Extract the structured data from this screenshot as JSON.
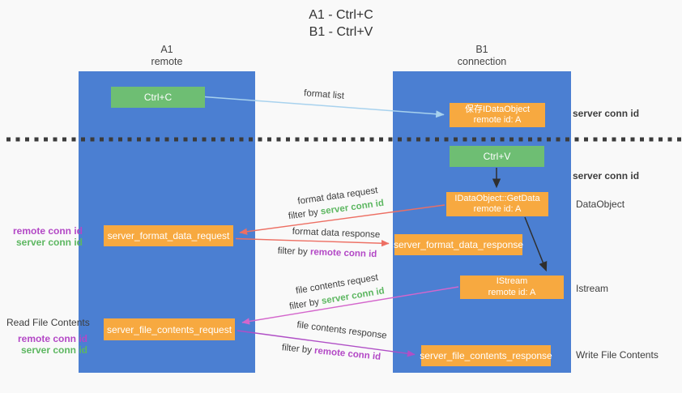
{
  "title": {
    "line1": "A1 - Ctrl+C",
    "line2": "B1 - Ctrl+V"
  },
  "lifelines": {
    "left": {
      "name": "A1",
      "role": "remote"
    },
    "right": {
      "name": "B1",
      "role": "connection"
    }
  },
  "nodes": {
    "ctrl_c": {
      "label": "Ctrl+C"
    },
    "ctrl_v": {
      "label": "Ctrl+V"
    },
    "save_dataobject": {
      "line1": "保存IDataObject",
      "line2": "remote id: A"
    },
    "getdata": {
      "line1": "IDataObject::GetData",
      "line2": "remote id: A"
    },
    "istream": {
      "line1": "IStream",
      "line2": "remote id: A"
    },
    "server_format_data_request": {
      "label": "server_format_data_request"
    },
    "server_format_data_response": {
      "label": "server_format_data_response"
    },
    "server_file_contents_request": {
      "label": "server_file_contents_request"
    },
    "server_file_contents_response": {
      "label": "server_file_contents_response"
    }
  },
  "arrow_labels": {
    "format_list": "format list",
    "format_data_request": "format data request",
    "format_data_response": "format data response",
    "file_contents_request": "file contents request",
    "file_contents_response": "file contents response",
    "filter_by": "filter by ",
    "server_conn_id": "server conn id",
    "remote_conn_id": "remote conn id"
  },
  "side_labels": {
    "server_conn_id_top": "server conn id",
    "server_conn_id_mid": "server conn id",
    "dataobject": "DataObject",
    "istream": "Istream",
    "read_file_contents": "Read File Contents",
    "write_file_contents": "Write File Contents",
    "pair1": {
      "remote": "remote conn id",
      "server": "server conn id"
    },
    "pair2": {
      "remote": "remote conn id",
      "server": "server conn id"
    }
  },
  "colors": {
    "lifeline_blue": "#4b7fd2",
    "node_green": "#6ebe73",
    "node_orange": "#f7a940",
    "arrow_lightblue": "#a8d2ee",
    "arrow_red": "#ed6f63",
    "arrow_magenta_request": "#d466cc",
    "arrow_magenta_response": "#b04fc6",
    "arrow_black": "#2f2f2f",
    "text_green": "#5db761",
    "text_purple": "#b348c6",
    "text_dark": "#3d3d3d"
  }
}
